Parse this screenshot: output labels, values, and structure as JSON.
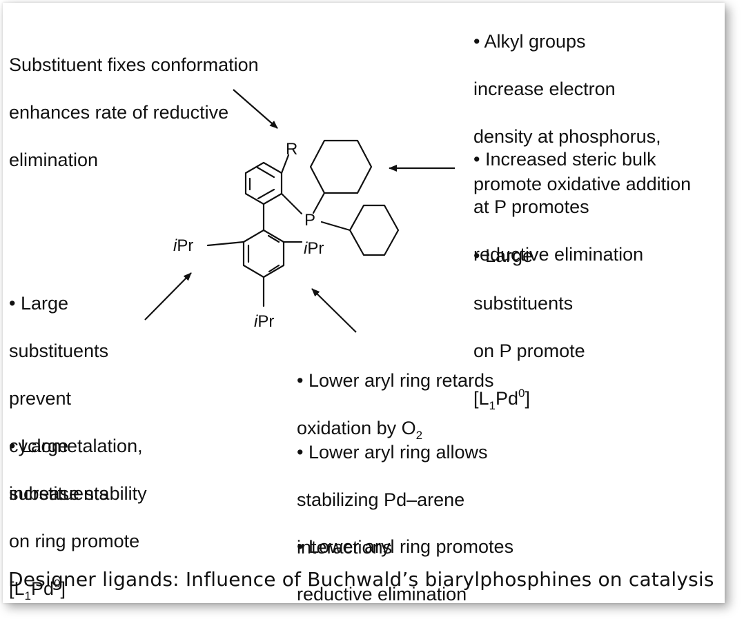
{
  "annotations": {
    "conformation": [
      "Substituent fixes conformation",
      "enhances rate of reductive",
      "elimination"
    ],
    "alkyl": [
      "• Alkyl groups",
      "increase electron",
      "density at phosphorus,",
      "promote oxidative addition"
    ],
    "steric": [
      "• Increased steric bulk",
      "at P promotes",
      "reductive elimination"
    ],
    "large_p": [
      "• Large",
      "substituents",
      "on P promote"
    ],
    "large_p_formula": {
      "open": "[L",
      "sub": "1",
      "mid": "Pd",
      "sup": "0",
      "close": "]"
    },
    "cyclometal": [
      "• Large",
      "substituents",
      "prevent",
      "cyclometalation,",
      "increase stability"
    ],
    "large_ring": [
      "• Large",
      "substituents",
      "on ring promote"
    ],
    "large_ring_formula": {
      "open": "[L",
      "sub": "1",
      "mid": "Pd",
      "sup": "0",
      "close": "]"
    },
    "oxidation": {
      "line1": "• Lower aryl ring retards",
      "line2": "oxidation by O",
      "sub": "2"
    },
    "pd_arene": [
      "• Lower aryl ring allows",
      "stabilizing Pd–arene",
      "interactions"
    ],
    "reductive": [
      "• Lower aryl ring promotes",
      "reductive elimination"
    ]
  },
  "structure_labels": {
    "r": "R",
    "p": "P",
    "ipr_i": "i",
    "ipr_pr": "Pr"
  },
  "caption": "Designer ligands: Influence of Buchwald’s biarylphosphines on catalysis"
}
